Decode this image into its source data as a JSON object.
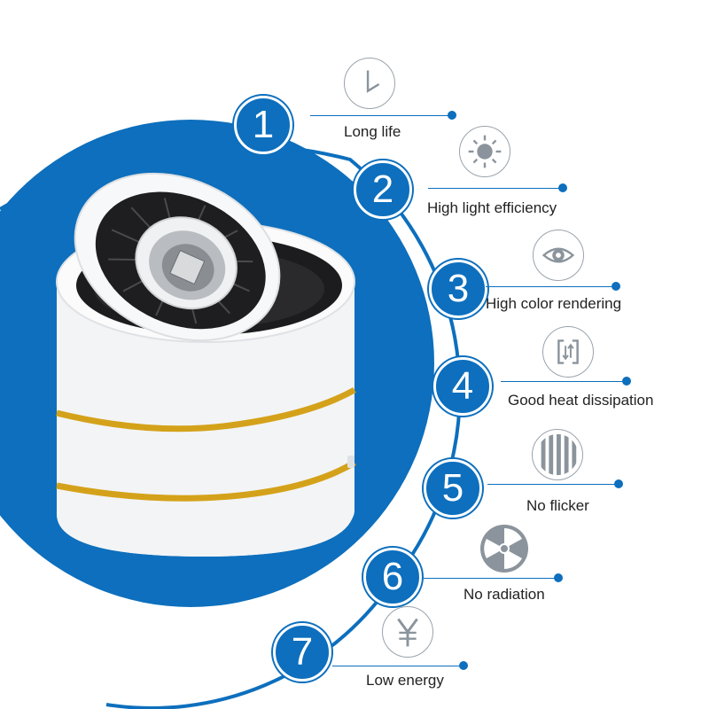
{
  "colors": {
    "accent": "#0d6fbd",
    "icon_stroke": "#8b949c",
    "gold_band": "#d4a21a",
    "product_white": "#f5f6f7",
    "product_black": "#1c1c1e"
  },
  "features": [
    {
      "number": "1",
      "label": "Long life",
      "icon": "clock-icon"
    },
    {
      "number": "2",
      "label": "High light efficiency",
      "icon": "sun-icon"
    },
    {
      "number": "3",
      "label": "High color rendering",
      "icon": "eye-icon"
    },
    {
      "number": "4",
      "label": "Good heat dissipation",
      "icon": "heat-dissipation-icon"
    },
    {
      "number": "5",
      "label": "No flicker",
      "icon": "stripes-icon"
    },
    {
      "number": "6",
      "label": "No radiation",
      "icon": "radiation-icon"
    },
    {
      "number": "7",
      "label": "Low energy",
      "icon": "yen-icon"
    }
  ]
}
